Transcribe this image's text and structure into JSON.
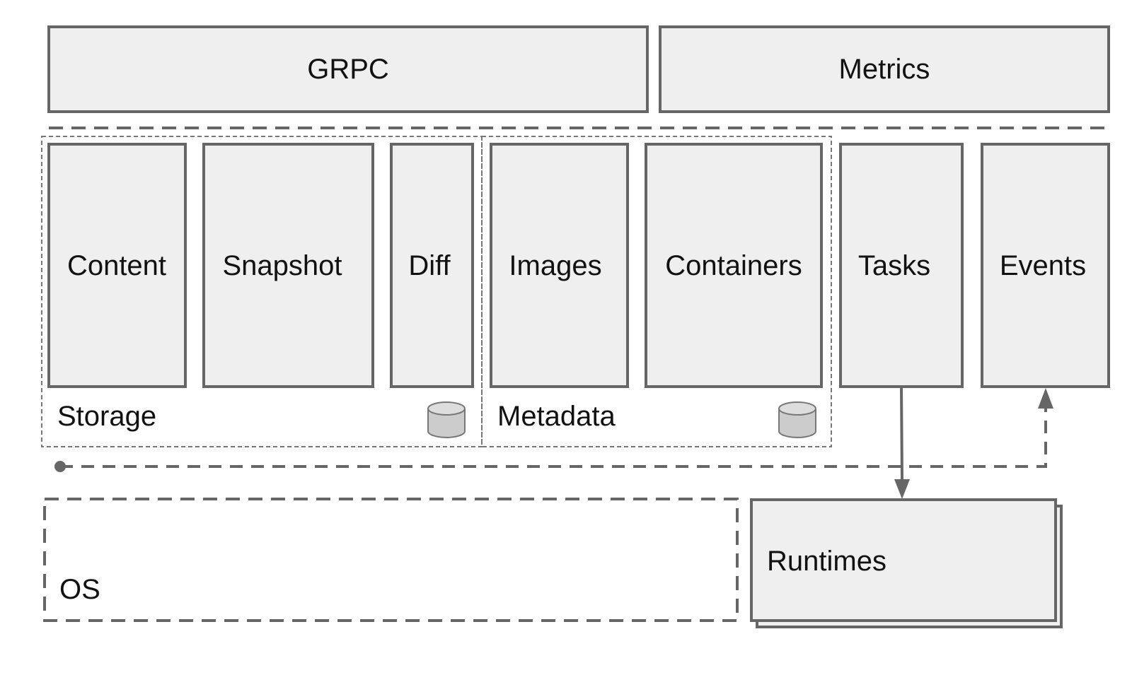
{
  "diagram": {
    "top_layer": {
      "grpc": "GRPC",
      "metrics": "Metrics"
    },
    "services": {
      "content": "Content",
      "snapshot": "Snapshot",
      "diff": "Diff",
      "images": "Images",
      "containers": "Containers",
      "tasks": "Tasks",
      "events": "Events"
    },
    "groups": {
      "storage": "Storage",
      "metadata": "Metadata"
    },
    "bottom_layer": {
      "os": "OS",
      "runtimes": "Runtimes"
    },
    "icons": {
      "storage_db": "database-icon",
      "metadata_db": "database-icon"
    },
    "colors": {
      "box_fill": "#efefef",
      "box_stroke": "#666666",
      "database_fill": "#cccccc"
    }
  }
}
